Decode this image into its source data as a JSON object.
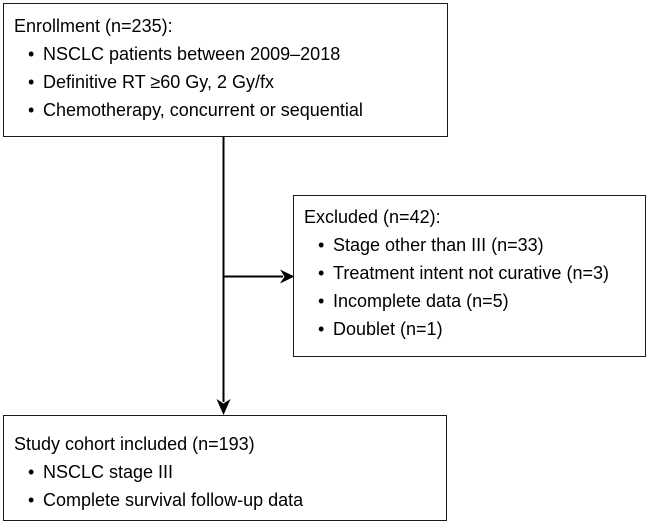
{
  "figure": {
    "type": "flowchart",
    "bullet_glyph": "•",
    "colors": {
      "ink": "#000000",
      "border": "#1a1a1a",
      "paper": "#ffffff"
    }
  },
  "boxes": {
    "enrollment": {
      "title": "Enrollment (n=235):",
      "items": [
        "NSCLC patients between 2009–2018",
        "Definitive RT ≥60 Gy, 2 Gy/fx",
        "Chemotherapy, concurrent or sequential"
      ]
    },
    "excluded": {
      "title": "Excluded (n=42):",
      "items": [
        "Stage other than III (n=33)",
        "Treatment intent not curative (n=3)",
        "Incomplete data (n=5)",
        "Doublet (n=1)"
      ]
    },
    "cohort": {
      "title": "Study cohort included (n=193)",
      "items": [
        "NSCLC stage III",
        "Complete survival follow-up data"
      ]
    }
  },
  "connectors": [
    {
      "from": "enrollment",
      "to": "cohort",
      "style": "arrow-down"
    },
    {
      "from": "enrollment-cohort-line",
      "to": "excluded",
      "style": "arrow-right"
    }
  ]
}
